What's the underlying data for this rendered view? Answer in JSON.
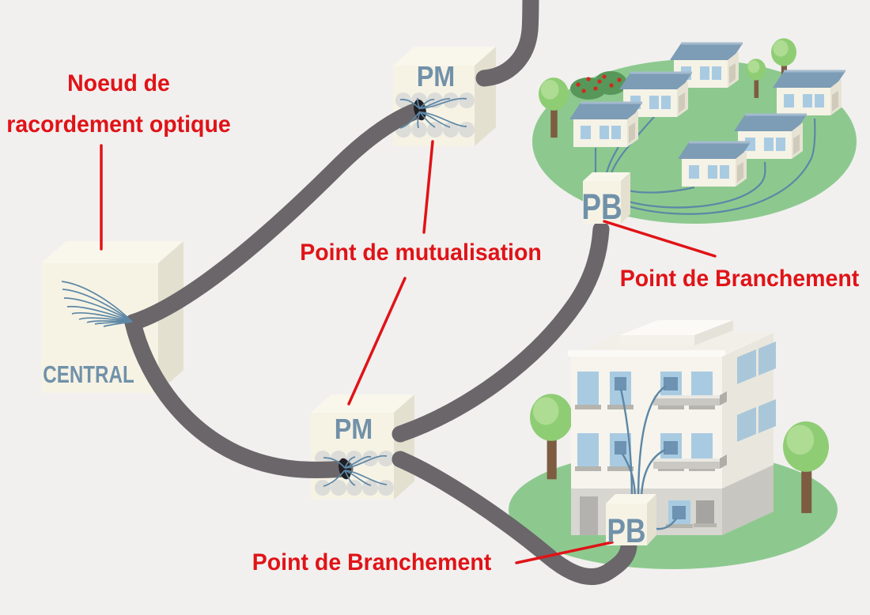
{
  "labels": {
    "nro_line1": "Noeud de",
    "nro_line2": "racordement optique",
    "pm_annotation": "Point de mutualisation",
    "pb_annotation_top": "Point de Branchement",
    "pb_annotation_bottom": "Point de Branchement"
  },
  "nodes": {
    "central": "CENTRAL",
    "pm_top": "PM",
    "pm_bottom": "PM",
    "pb_houses": "PB",
    "pb_building": "PB"
  },
  "colors": {
    "background": "#f1f0ef",
    "annotation_red": "#e01317",
    "node_text_slate": "#7191a9",
    "cable_gray": "#6a666a",
    "fiber_blue": "#5d87a5",
    "grass_green": "#8dc98f",
    "roof_slate": "#7d9cb5",
    "window_blue": "#a9cbe2",
    "box_cream": "#f6f3e5"
  }
}
